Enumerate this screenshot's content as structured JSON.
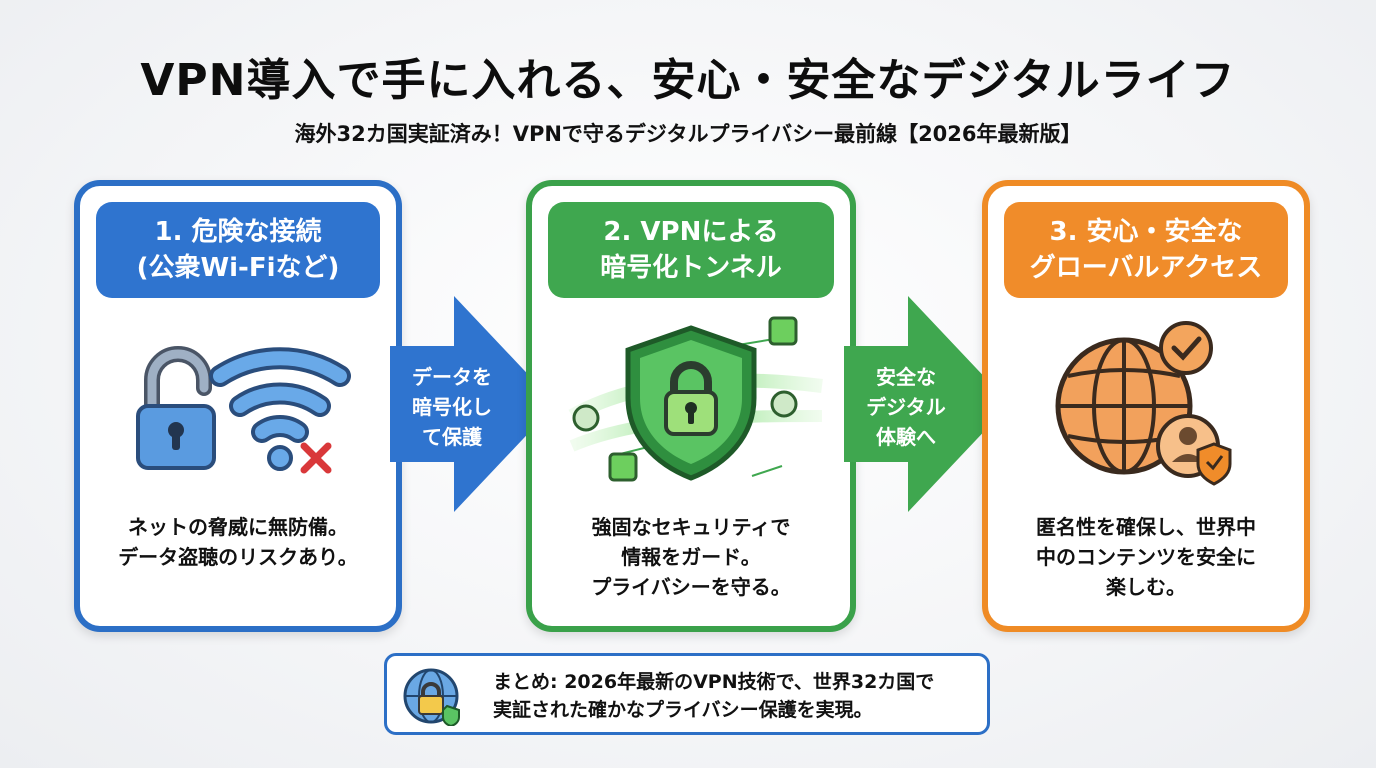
{
  "title": "VPN導入で手に入れる、安心・安全なデジタルライフ",
  "subtitle": "海外32カ国実証済み！VPNで守るデジタルプライバシー最前線【2026年最新版】",
  "steps": [
    {
      "header_line1": "1. 危険な接続",
      "header_line2": "(公衆Wi-Fiなど)",
      "desc_line1": "ネットの脅威に無防備。",
      "desc_line2": "データ盗聴のリスクあり。",
      "desc_line3": ""
    },
    {
      "header_line1": "2. VPNによる",
      "header_line2": "暗号化トンネル",
      "desc_line1": "強固なセキュリティで",
      "desc_line2": "情報をガード。",
      "desc_line3": "プライバシーを守る。"
    },
    {
      "header_line1": "3. 安心・安全な",
      "header_line2": "グローバルアクセス",
      "desc_line1": "匿名性を確保し、世界中",
      "desc_line2": "中のコンテンツを安全に",
      "desc_line3": "楽しむ。"
    }
  ],
  "arrows": [
    {
      "line1": "データを",
      "line2": "暗号化し",
      "line3": "て保護"
    },
    {
      "line1": "安全な",
      "line2": "デジタル",
      "line3": "体験へ"
    }
  ],
  "summary": {
    "line1": "まとめ: 2026年最新のVPN技術で、世界32カ国で",
    "line2": "実証された確かなプライバシー保護を実現。"
  },
  "colors": {
    "blue": "#2f74cf",
    "green": "#3fa74f",
    "orange": "#f08c2a",
    "alert_red": "#d9383a"
  },
  "icons": [
    "unlocked-padlock-icon",
    "wifi-icon",
    "x-mark-icon",
    "shield-lock-icon",
    "data-cube-icon",
    "globe-icon",
    "checkmark-badge-icon",
    "user-shield-icon",
    "globe-lock-icon"
  ]
}
